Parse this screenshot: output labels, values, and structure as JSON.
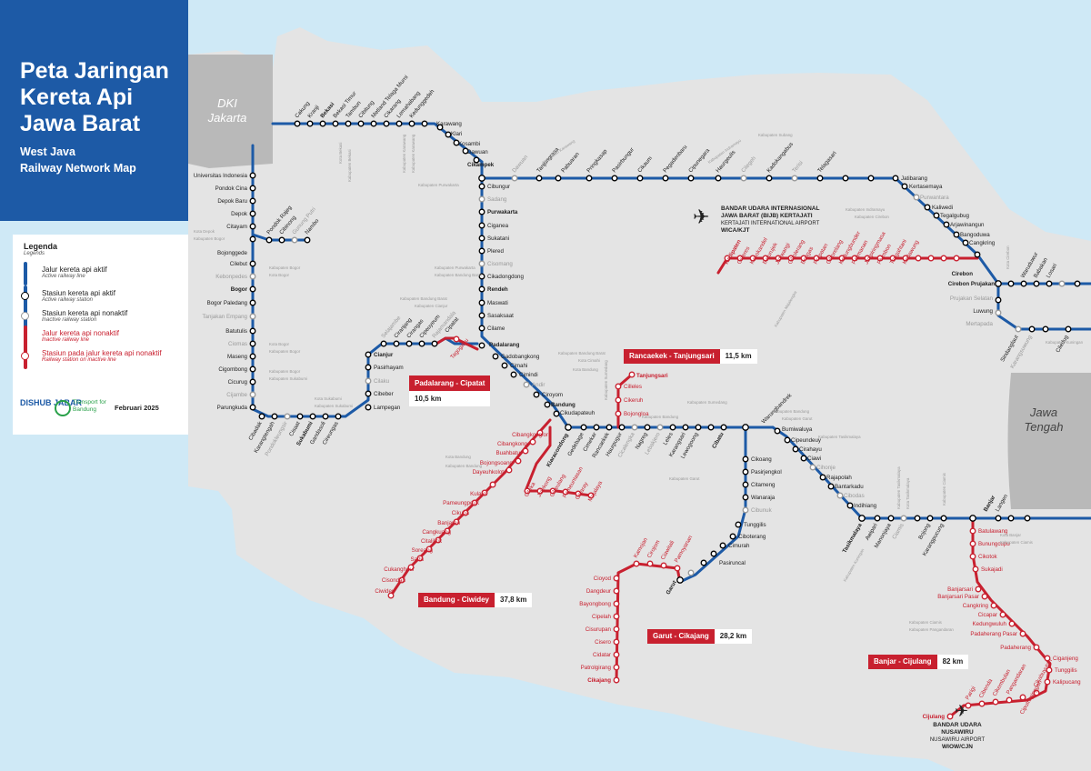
{
  "title": {
    "line1": "Peta Jaringan",
    "line2": "Kereta Api",
    "line3": "Jawa Barat",
    "en1": "West Java",
    "en2": "Railway Network Map"
  },
  "legend": {
    "heading": "Legenda",
    "heading_en": "Legends",
    "items": [
      {
        "label": "Jalur kereta api aktif",
        "sub": "Active railway line"
      },
      {
        "label": "Stasiun kereta api aktif",
        "sub": "Active railway station"
      },
      {
        "label": "Stasiun kereta api nonaktif",
        "sub": "Inactive railway station"
      },
      {
        "label": "Jalur kereta api nonaktif",
        "sub": "Inactive railway line"
      },
      {
        "label": "Stasiun pada jalur kereta api nonaktif",
        "sub": "Railway station on inactive line"
      }
    ],
    "logo_dishub": "DISHUB JABAR",
    "logo_tfb": "Transport for Bandung",
    "date": "Februari 2025"
  },
  "regions": {
    "dki": "DKI Jakarta",
    "jateng": "Jawa Tengah"
  },
  "airports": [
    {
      "name": "BANDAR UDARA INTERNASIONAL",
      "name2": "JAWA BARAT (BIJB) KERTAJATI",
      "en": "KERTAJATI INTERNATIONAL AIRPORT",
      "code": "WICA/KJT"
    },
    {
      "name": "BANDAR UDARA",
      "name2": "NUSAWIRU",
      "en": "NUSAWIRU AIRPORT",
      "code": "WIOW/CJN"
    }
  ],
  "callouts": [
    {
      "name": "Padalarang - Cipatat",
      "km": "10,5 km"
    },
    {
      "name": "Rancaekek - Tanjungsari",
      "km": "11,5 km"
    },
    {
      "name": "Bandung - Ciwidey",
      "km": "37,8 km"
    },
    {
      "name": "Garut - Cikajang",
      "km": "28,2 km"
    },
    {
      "name": "Banjar - Cijulang",
      "km": "82 km"
    }
  ],
  "colors": {
    "active": "#1d5aa6",
    "inactive": "#c8202f",
    "land": "#e4e4e4",
    "sea": "#cfe9f6",
    "panel": "#1d5aa6"
  },
  "stations": {
    "s_cakung": "Cakung",
    "s_kranji": "Kranji",
    "s_bekasi": "Bekasi",
    "s_bekasi_timur": "Bekasi Timur",
    "s_tambun": "Tambun",
    "s_cibitung": "Cibitung",
    "s_metland": "Metland Telaga Murni",
    "s_cikarang": "Cikarang",
    "s_lemahabang": "Lemahabang",
    "s_kedunggedeh": "Kedunggedeh",
    "s_karawang": "Karawang",
    "s_klari": "Klari",
    "s_kosambi": "Kosambi",
    "s_dawuan": "Dawuan",
    "s_cikampek": "Cikampek",
    "s_ui": "Universitas Indonesia",
    "s_pondok_cina": "Pondok Cina",
    "s_depok_baru": "Depok Baru",
    "s_depok": "Depok",
    "s_citayam": "Citayam",
    "s_bojonggede": "Bojonggede",
    "s_cilebut": "Cilebut",
    "s_kebonpedes": "Kebonpedes",
    "s_bogor": "Bogor",
    "s_bogor_paledang": "Bogor Paledang",
    "s_tanjakan_empang": "Tanjakan Empang",
    "s_batutulis": "Batutulis",
    "s_ciomas": "Ciomas",
    "s_maseng": "Maseng",
    "s_cigombong": "Cigombong",
    "s_cicurug": "Cicurug",
    "s_cijambe": "Cijambe",
    "s_parungkuda": "Parungkuda",
    "s_pondok_rajeg": "Pondok Rajeg",
    "s_cibinong": "Cibinong",
    "s_gunung_putri": "Gunung Putri",
    "s_nambo": "Nambo",
    "s_cibadak": "Cibadak",
    "s_karangtengah": "Karangtengah",
    "s_pondokleungsir": "Pondokleungsir",
    "s_cisaat": "Cisaat",
    "s_sukabumi": "Sukabumi",
    "s_gandasoli": "Gandasoli",
    "s_cireungas": "Cireungas",
    "s_lampegan": "Lampegan",
    "s_cibeber": "Cibeber",
    "s_cilaku": "Cilaku",
    "s_pasirhayam": "Pasirhayam",
    "s_cianjur": "Cianjur",
    "s_selajambe": "Selajambe",
    "s_ciranjang": "Ciranjang",
    "s_cirangas": "Cirangas",
    "s_cipeuyeum": "Cipeuyeum",
    "s_rajamandala": "Rajamandala",
    "s_cipatat": "Cipatat",
    "s_tagogapu": "Tagogapu",
    "s_padalarang": "Padalarang",
    "s_gadobangkong": "Gadobangkong",
    "s_cimahi": "Cimahi",
    "s_cimindi": "Cimindi",
    "s_andir": "Andir",
    "s_ciroyom": "Ciroyom",
    "s_bandung": "Bandung",
    "s_cikudapateuh": "Cikudapateuh",
    "s_cibungur": "Cibungur",
    "s_sadang": "Sadang",
    "s_purwakarta": "Purwakarta",
    "s_ciganea": "Ciganea",
    "s_sukatani": "Sukatani",
    "s_plered": "Plered",
    "s_cisomang": "Cisomang",
    "s_cikadongdong": "Cikadongdong",
    "s_rendeh": "Rendeh",
    "s_maswati": "Maswati",
    "s_sasaksaat": "Sasaksaat",
    "s_cilame": "Cilame",
    "s_dawuan2": "Dawuan",
    "s_tanjungrasa": "Tanjungrasa",
    "s_pabuaran": "Pabuaran",
    "s_pringkasap": "Pringkasap",
    "s_pasirbungur": "Pasirbungur",
    "s_cikaum": "Cikaum",
    "s_pegadenbaru": "Pegadenbaru",
    "s_cipunegara": "Cipunegara",
    "s_haurgeulis": "Haurgeulis",
    "s_cilegeh": "Cilegeh",
    "s_kadokangabus": "Kadokangabus",
    "s_terisi": "Terisi",
    "s_telagasari": "Telagasari",
    "s_jatibarang": "Jatibarang",
    "s_kertasemaya": "Kertasemaya",
    "s_purwantara": "Purwantara",
    "s_kaliwedi": "Kaliwedi",
    "s_tegalgubug": "Tegalgubug",
    "s_arjawinangun": "Arjawinangun",
    "s_bangoduwa": "Bangoduwa",
    "s_cangkring": "Cangkring",
    "s_cirebon": "Cirebon",
    "s_cirebon_prujakan": "Cirebon Prujakan",
    "s_prujakan_selatan": "Prujakan Selatan",
    "s_luwung": "Luwung",
    "s_mertapada": "Mertapada",
    "s_sindanglaut": "Sindanglaut",
    "s_karangsuwung": "Karangsuwung",
    "s_ciledug": "Ciledug",
    "s_waruduwur": "Waruduwur",
    "s_babakan": "Babakan",
    "s_losari": "Losari",
    "s_kadipaten": "Kadipaten",
    "s_cideres": "Cideres",
    "s_kasokandel": "Kasokandel",
    "s_baturujek": "Baturujek",
    "s_jatiwangi": "Jatiwangi",
    "s_cibolerang": "Cibolerang",
    "s_bongas": "Bongas",
    "s_prapatan": "Prapatan",
    "s_ciborelang": "Ciborelang",
    "s_kedungbunder": "Kedungbunder",
    "s_palimanan": "Palimanan",
    "s_jatiwangiasa": "Jatipiringmasa",
    "s_plumbon": "Plumbon",
    "s_tengahtani": "Tengahtani",
    "s_kedawung": "Kedawung",
    "s_gedebage": "Gedebage",
    "s_cimekar": "Cimekar",
    "s_rancaekek": "Rancaekek",
    "s_haurpugur": "Haurpugur",
    "s_cicalengka": "Cicalengka",
    "s_nagreg": "Nagreg",
    "s_lebakjero": "Lebakjero",
    "s_leles": "Leles",
    "s_karangsari": "Karangsari",
    "s_lewogoong": "Lewogoong",
    "s_cibatu": "Cibatu",
    "s_warungbandrek": "Warungbandrek",
    "s_bumiwaluya": "Bumiwaluya",
    "s_cipeundeuy": "Cipeundeuy",
    "s_cirahayu": "Cirahayu",
    "s_ciawi": "Ciawi",
    "s_cihonje": "Cihonje",
    "s_rajapolah": "Rajapolah",
    "s_bantarkadu": "Bantarkadu",
    "s_cibodas": "Cibodas",
    "s_indihiang": "Indihiang",
    "s_tasikmalaya": "Tasikmalaya",
    "s_awipari": "Awipari",
    "s_manonjaya": "Manonjaya",
    "s_ciamis": "Ciamis",
    "s_bojong": "Bojong",
    "s_karangpucung": "Karangpucung",
    "s_banjar": "Banjar",
    "s_langen": "Langen",
    "s_kiaracondong": "Kiaracondong",
    "s_tanjungsari": "Tanjungsari",
    "s_cilleles": "Cilleles",
    "s_cikeruh": "Cikeruh",
    "s_bojongloa": "Bojongloa",
    "s_cikoang": "Cikoang",
    "s_pasirjengkol": "Pasirjengkol",
    "s_citameng": "Citameng",
    "s_wanaraja": "Wanaraja",
    "s_cibunuk": "Cibunuk",
    "s_tunggilis": "Tunggilis",
    "s_ciboterang": "Ciboterang",
    "s_cimurah": "Cimurah",
    "s_pasiruncal": "Pasiruncal",
    "s_garut": "Garut",
    "s_kamojan": "Kamojan",
    "s_cirojom": "Cirojom",
    "s_ciawitali": "Ciawitali",
    "s_pamoyanan": "Pamoyanan",
    "s_cioyod": "Cioyod",
    "s_dangdeur": "Dangdeur",
    "s_bayongbong": "Bayongbong",
    "s_cipelah": "Cipelah",
    "s_cisurupan": "Cisurupan",
    "s_cisero": "Cisero",
    "s_cidatar": "Cidatar",
    "s_patrolgirang": "Patrolgirang",
    "s_cikajang": "Cikajang",
    "s_cibangkonglor": "Cibangkonglor",
    "s_cibangkong": "Cibangkong",
    "s_buahbatu": "Buahbatu",
    "s_bojongsoang": "Bojongsoang",
    "s_dayeuhkolot": "Dayeuhkolot",
    "s_kulalet": "Kulalet",
    "s_pameungpeuk": "Pameungpeuk",
    "s_cikupa": "Cikupa",
    "s_banjaran": "Banjaran",
    "s_cangkuang": "Cangkuang",
    "s_citaliktik": "Citaliktik",
    "s_soreang": "Soreang",
    "s_sadu": "Sadu",
    "s_cukanghaur": "Cukanghaur",
    "s_cisondari": "Cisondari",
    "s_ciwidey": "Ciwidey",
    "s_citeka": "Citeka",
    "s_maruyung": "Majalaya",
    "s_jelekong": "Jelekong",
    "s_ciheulang": "Ciheulang",
    "s_pameungpeuk2": "Pameuntasan",
    "s_ciparay": "Ciparay",
    "s_batulawang": "Batulawang",
    "s_bunungcupu": "Bunungcupu",
    "s_cikotok": "Cikotok",
    "s_sukajadi": "Sukajadi",
    "s_banjarsari": "Banjarsari",
    "s_banjarsari_pasar": "Banjarsari Pasar",
    "s_cangkring2": "Cangkring",
    "s_cicapar": "Cicapar",
    "s_kedungwuluh": "Kedungwuluh",
    "s_padaherang_pasar": "Padaherang Pasar",
    "s_padaherang": "Padaherang",
    "s_ciganjeng": "Ciganjeng",
    "s_tunggilis2": "Tunggilis",
    "s_kalipucang": "Kalipucang",
    "s_cikabuyutan": "Cikabuyutan",
    "s_ciputrapinggan": "Ciputrapinggan",
    "s_pangandaran": "Pangandaran",
    "s_cikembulan": "Cikembulan",
    "s_cibenda": "Cibenda",
    "s_parigi": "Parigi",
    "s_cijulang": "Cijulang"
  },
  "region_labels": {
    "r1": "Kota Bekasi",
    "r2": "Kabupaten Bekasi",
    "r3": "Kabupaten Karawang",
    "r4": "Kabupaten Purwakarta",
    "r5": "Kota Depok",
    "r6": "Kabupaten Bogor",
    "r7": "Kota Bogor",
    "r8": "Kabupaten Sukabumi",
    "r9": "Kota Sukabumi",
    "r10": "Kabupaten Cianjur",
    "r11": "Kabupaten Bandung Barat",
    "r12": "Kota Cimahi",
    "r13": "Kota Bandung",
    "r14": "Kabupaten Bandung",
    "r15": "Kabupaten Subang",
    "r16": "Kabupaten Indramayu",
    "r17": "Kabupaten Majalengka",
    "r18": "Kabupaten Sumedang",
    "r19": "Kabupaten Cirebon",
    "r20": "Kota Cirebon",
    "r21": "Kabupaten Kuningan",
    "r22": "Kabupaten Garut",
    "r23": "Kabupaten Tasikmalaya",
    "r24": "Kota Tasikmalaya",
    "r25": "Kabupaten Ciamis",
    "r26": "Kota Banjar",
    "r27": "Kabupaten Pangandaran"
  }
}
